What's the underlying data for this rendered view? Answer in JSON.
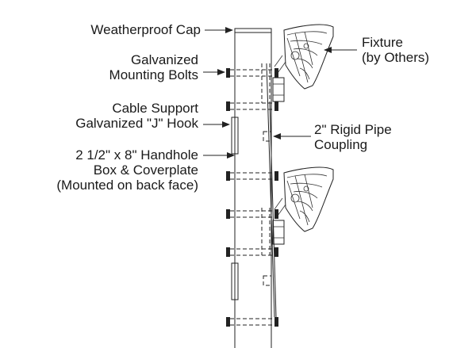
{
  "labels": {
    "weatherproof_cap": "Weatherproof Cap",
    "fixture_line1": "Fixture",
    "fixture_line2": "(by Others)",
    "bolts_line1": "Galvanized",
    "bolts_line2": "Mounting Bolts",
    "cable_line1": "Cable Support",
    "cable_line2": "Galvanized \"J\" Hook",
    "coupling_line1": "2\" Rigid Pipe",
    "coupling_line2": "Coupling",
    "handhole_line1": "2 1/2\" x 8\" Handhole",
    "handhole_line2": "Box & Coverplate",
    "handhole_line3": "(Mounted on back face)"
  },
  "colors": {
    "line": "#222222",
    "text": "#1a1a1a",
    "background": "#ffffff"
  }
}
